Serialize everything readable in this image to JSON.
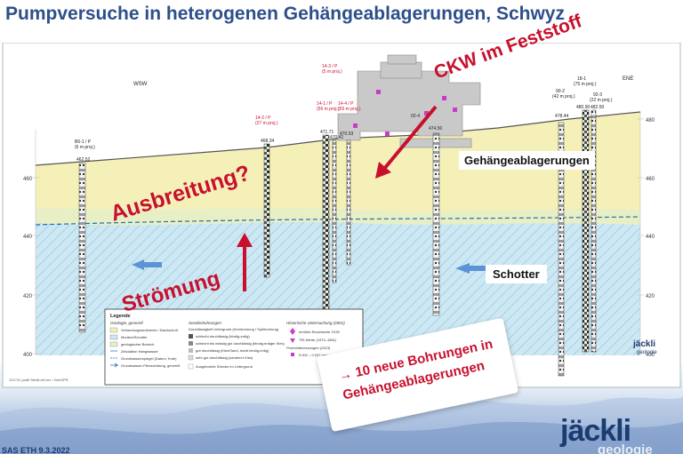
{
  "title": "Pumpversuche in heterogenen Gehängeablagerungen, Schwyz",
  "overlays": {
    "ckw": "CKW im Feststoff",
    "ausbreitung": "Ausbreitung?",
    "stroemung": "Strömung",
    "gehaenge": "Gehängeablagerungen",
    "schotter": "Schotter",
    "note_line1": "→ 10 neue Bohrungen in",
    "note_line2": "Gehängeablagerungen"
  },
  "section": {
    "left_dir": "WSW",
    "right_dir": "ENE",
    "elevations": [
      "480",
      "460",
      "440",
      "420",
      "400"
    ],
    "boreholes": [
      {
        "id": "B6-1 / P",
        "sub": "(6 m proj.)",
        "top": "462.52"
      },
      {
        "id": "14-2 / P",
        "sub": "(27 m proj.)",
        "top": "468.34"
      },
      {
        "id": "14-3 / P",
        "sub": "(5 m proj.)",
        "top": "471.71"
      },
      {
        "id": "14-1 / P",
        "sub": "(56 m proj.)",
        "top": "470.41"
      },
      {
        "id": "14-4 / P",
        "sub": "(55 m proj.)",
        "top": "470.53"
      },
      {
        "id": "02-4",
        "sub": "",
        "top": "474.50"
      },
      {
        "id": "90-2",
        "sub": "(42 m proj.)",
        "top": "478.44"
      },
      {
        "id": "18-1",
        "sub": "(75 m proj.)",
        "top": "480.90"
      },
      {
        "id": "92-3",
        "sub": "(22 m proj.)",
        "top": "482.50"
      }
    ],
    "legend_title": "Legende",
    "legend_cols": {
      "geology": "Geologie, generell",
      "boreholes": "Sondierbohrungen",
      "historic": "Historische Untersuchung (2001)"
    },
    "legend_items_geology": [
      "Verlandungssedimente / Bachschutt",
      "Moräne/Schotter",
      "geologischer Bereich",
      "Zirkulation Hangwasser",
      "Grundwasserspiegel (Datum, Kote)",
      "Grundwasser-Fliessrichtung, generell"
    ],
    "legend_items_bore": [
      "Durchlässigkeit Untergrund (Kernbohrung / Spülbohrung)",
      "schlecht durchlässig (bindig-erdig)",
      "schlecht bis mässig gut durchlässig (bindig-erdiger Kies)",
      "gut durchlässig (Kies/Sand, leicht bindig-erdig)",
      "sehr gut durchlässig (sauberer Kies)",
      "Ausgebohrte Strecke im Untergrund"
    ],
    "legend_items_hist": [
      "erhöhte Einzelwerte CKW",
      "TRI-Werte (1974–1981)",
      "Porenluftmessungen (2013)",
      "0.002 – 0.037 mmol TRI"
    ],
    "source_note": "121741 profil Strelli.dxf  rev / GeoSPR",
    "logo": "jäckli",
    "logo_sub": "geologie"
  },
  "footer": {
    "left_text": "SAS ETH 9.3.2022",
    "logo": "jäckli",
    "logo_sub": "geologie"
  },
  "colors": {
    "title": "#2d4f8a",
    "accent_red": "#c8102e",
    "upper_layer": "#f4f0b8",
    "lower_layer": "#cde8f3",
    "logo": "#1c3b70"
  }
}
